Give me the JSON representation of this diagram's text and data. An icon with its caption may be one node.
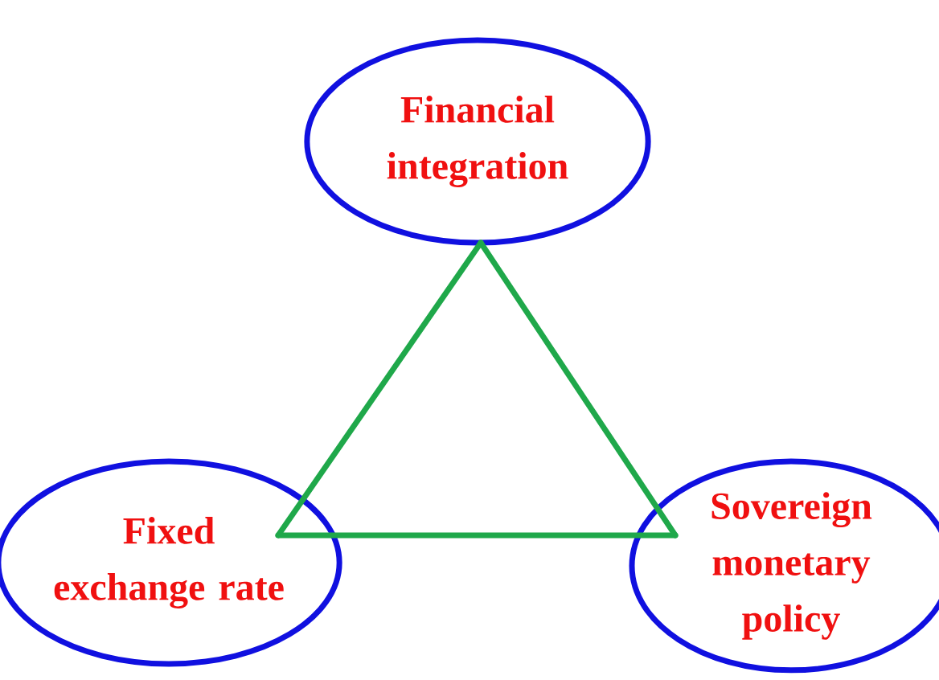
{
  "diagram": {
    "nodes": [
      {
        "text": [
          "Financial integration"
        ]
      },
      {
        "text": [
          "Fixed exchange rate"
        ]
      },
      {
        "text": [
          "Sovereign monetary policy"
        ]
      }
    ],
    "edges": [
      {
        "from": 0,
        "to": 1,
        "arrow": "none"
      },
      {
        "from": 1,
        "to": 2,
        "arrow": "none"
      },
      {
        "from": 2,
        "to": 0,
        "arrow": "none"
      }
    ]
  }
}
